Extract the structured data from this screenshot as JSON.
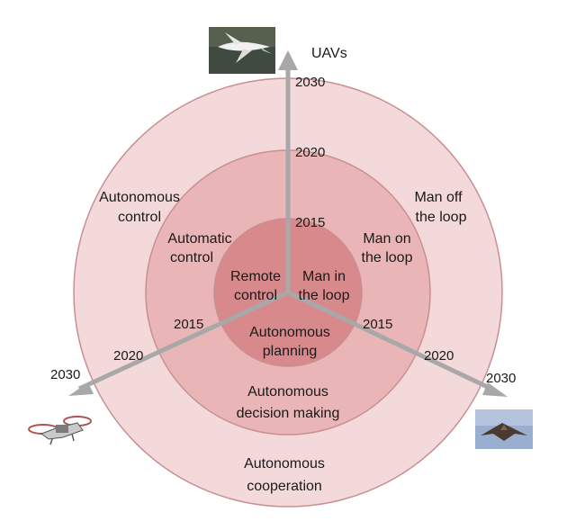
{
  "axis_title": "UAVs",
  "colors": {
    "outer_ring": "#f3d9d9",
    "middle_ring": "#e9b5b6",
    "inner_ring": "#d8898c",
    "ring_stroke": "#c98f92",
    "axis": "#a8a8a8"
  },
  "rings": {
    "inner": {
      "left": [
        "Remote",
        "control"
      ],
      "right": [
        "Man in",
        "the loop"
      ],
      "bottom": [
        "Autonomous",
        "planning"
      ]
    },
    "middle": {
      "left": [
        "Automatic",
        "control"
      ],
      "right": [
        "Man on",
        "the loop"
      ],
      "bottom": [
        "Autonomous",
        "decision making"
      ]
    },
    "outer": {
      "left": [
        "Autonomous",
        "control"
      ],
      "right": [
        "Man off",
        "the loop"
      ],
      "bottom": [
        "Autonomous",
        "cooperation"
      ]
    }
  },
  "years": {
    "vertical": [
      "2015",
      "2020",
      "2030"
    ],
    "left": [
      "2015",
      "2020",
      "2030"
    ],
    "right": [
      "2015",
      "2020",
      "2030"
    ]
  },
  "icons": {
    "top": "fixed-wing-uav-icon",
    "left": "quadcopter-uav-icon",
    "right": "flying-wing-uav-icon"
  }
}
